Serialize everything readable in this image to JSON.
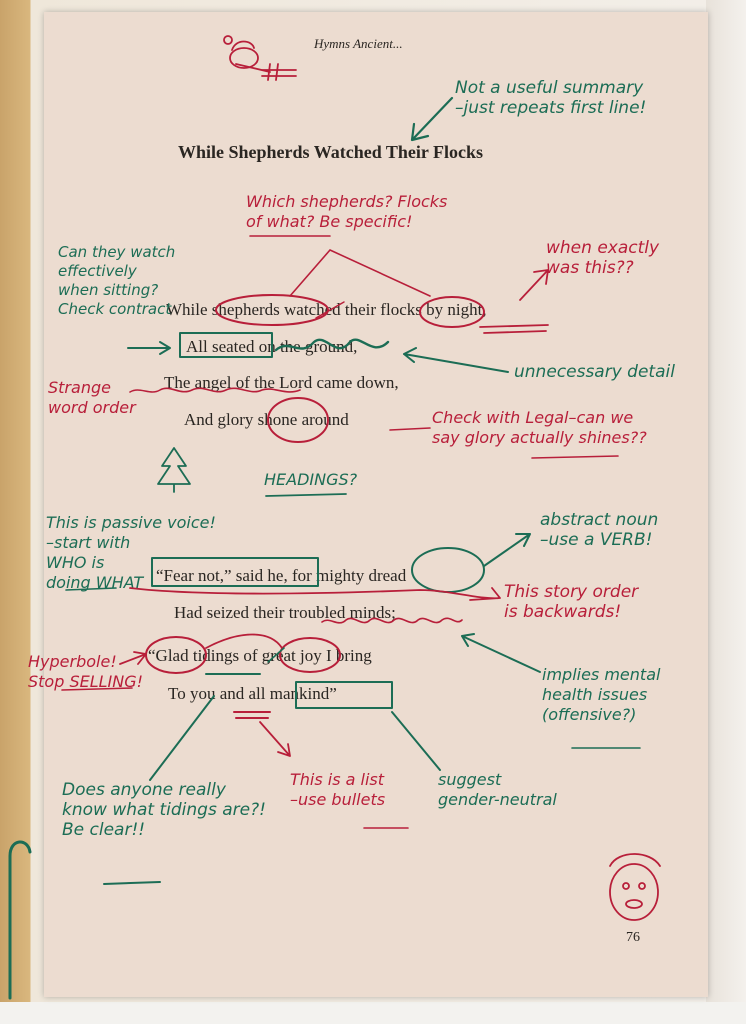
{
  "book": {
    "running_head": "Hymns Ancient...",
    "title": "While Shepherds Watched Their Flocks",
    "page_number": "76"
  },
  "hymn": {
    "line1": "While shepherds watched their flocks by night,",
    "line2": "All seated on the ground,",
    "line3": "The angel of the Lord came down,",
    "line4": "And glory shone around",
    "line5": "“Fear not,” said he, for mighty dread",
    "line6": "Had seized their troubled minds;",
    "line7": "“Glad tidings of great joy I bring",
    "line8": "To you and all mankind”"
  },
  "annotations": {
    "not_useful": "Not a useful summary\n–just repeats first line!",
    "which_shepherds": "Which shepherds? Flocks\nof what? Be specific!",
    "watch_sitting": "Can they watch\neffectively\nwhen sitting?\nCheck contract",
    "when_exactly": "when exactly\nwas this??",
    "unnecessary": "unnecessary detail",
    "strange_order": "Strange\nword order",
    "check_legal": "Check with Legal–can we\nsay glory actually shines??",
    "headings": "HEADINGS?",
    "passive": "This is passive voice!\n–start with\nWHO is\ndoing WHAT",
    "abstract_noun": "abstract noun\n–use a VERB!",
    "story_order": "This story order\nis backwards!",
    "hyperbole": "Hyperbole!\nStop SELLING!",
    "mental_health": "implies mental\nhealth issues\n(offensive?)",
    "tidings": "Does anyone really\nknow what tidings are?!\nBe clear!!",
    "list_bullets": "This is a list\n–use bullets",
    "gender_neutral": "suggest\ngender-neutral"
  },
  "colors": {
    "green_pen": "#1c6d55",
    "red_pen": "#b81f3a",
    "page": "#ecdcd0",
    "print": "#2a2622"
  }
}
